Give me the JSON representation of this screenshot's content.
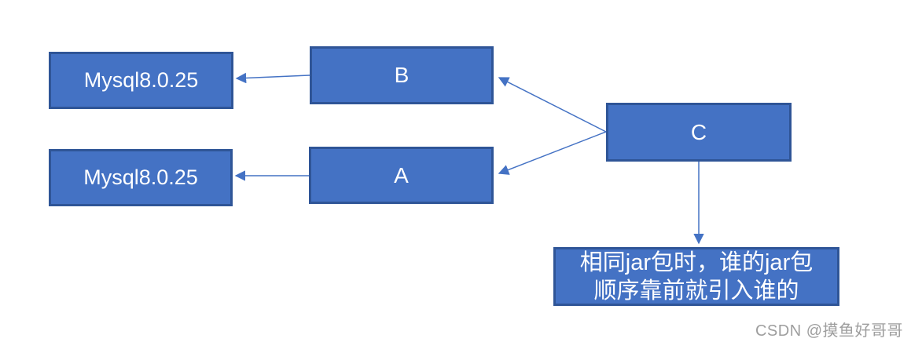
{
  "diagram": {
    "nodes": {
      "mysql_top": {
        "label": "Mysql8.0.25"
      },
      "mysql_bottom": {
        "label": "Mysql8.0.25"
      },
      "module_b": {
        "label": "B"
      },
      "module_a": {
        "label": "A"
      },
      "module_c": {
        "label": "C"
      },
      "note": {
        "label": "相同jar包时，谁的jar包\n顺序靠前就引入谁的"
      }
    },
    "edges": [
      {
        "from": "module_b",
        "to": "mysql_top"
      },
      {
        "from": "module_a",
        "to": "mysql_bottom"
      },
      {
        "from": "module_c",
        "to": "module_b"
      },
      {
        "from": "module_c",
        "to": "module_a"
      },
      {
        "from": "module_c",
        "to": "note"
      }
    ],
    "colors": {
      "node_fill": "#4472C4",
      "node_border": "#2F5597",
      "node_text": "#FFFFFF",
      "arrow": "#4472C4",
      "watermark": "#9E9E9E"
    }
  },
  "watermark": {
    "text": "CSDN @摸鱼好哥哥"
  }
}
